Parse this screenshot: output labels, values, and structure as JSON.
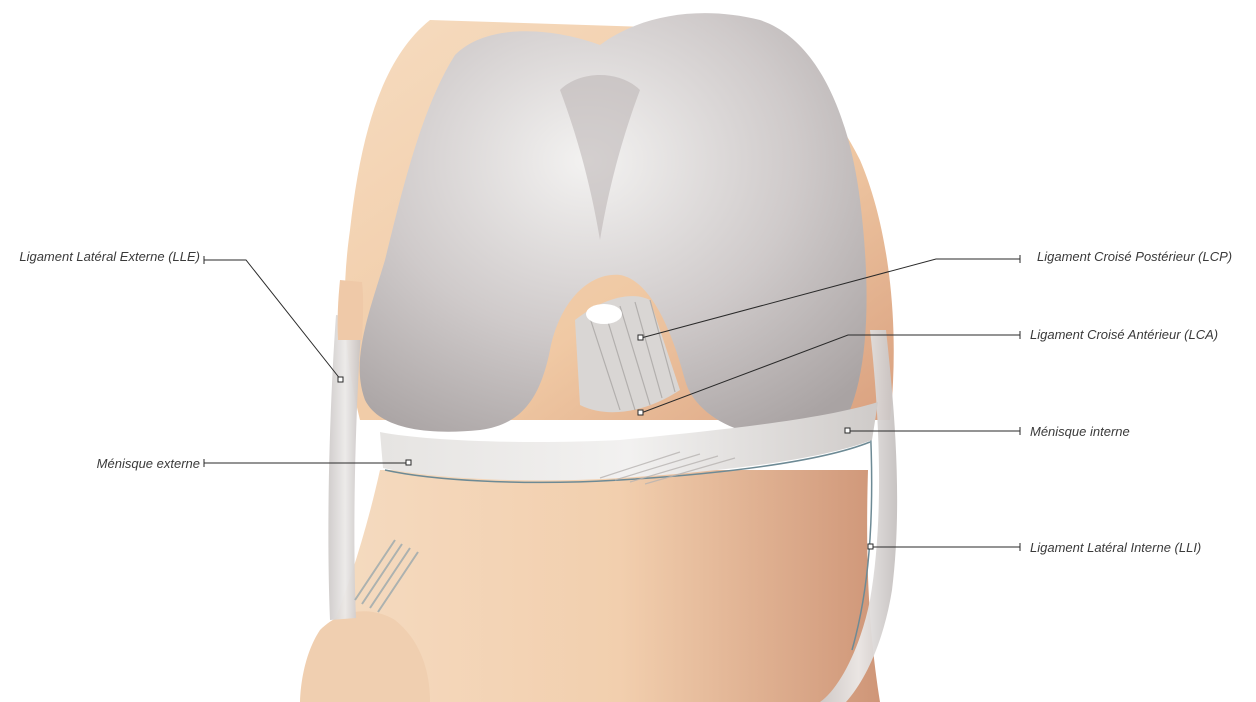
{
  "labels": {
    "lle": "Ligament Latéral Externe (LLE)",
    "menisque_externe": "Ménisque externe",
    "lcp": "Ligament Croisé Postérieur (LCP)",
    "lca": "Ligament Croisé Antérieur (LCA)",
    "menisque_interne": "Ménisque interne",
    "lli": "Ligament Latéral Interne (LLI)"
  },
  "colors": {
    "bone": "#f2cfa8",
    "bone_shadow": "#d9a684",
    "femur_cartilage": "#c9c4c4",
    "femur_highlight": "#ececea",
    "ligament": "#d6d3d1",
    "meniscus": "#dedcda",
    "leader_line": "#2a2a2a"
  }
}
